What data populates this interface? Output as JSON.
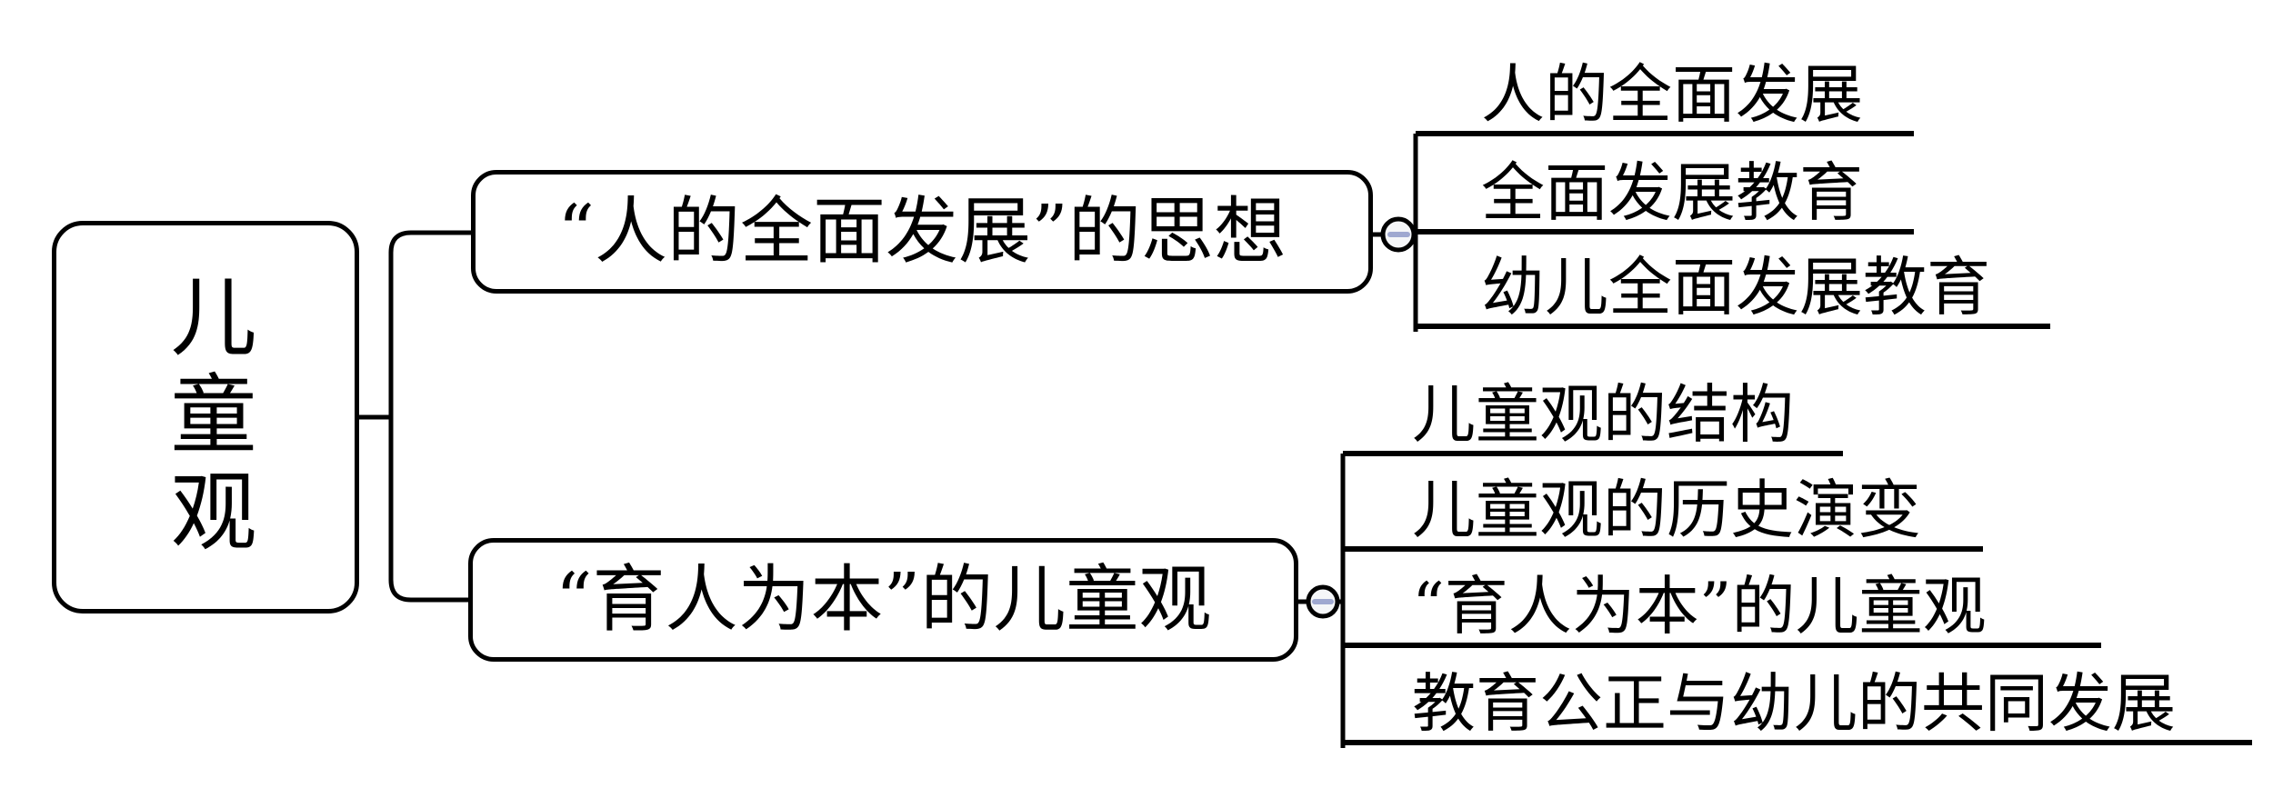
{
  "root": {
    "label": "儿童观"
  },
  "branches": [
    {
      "label": "“人的全面发展”的思想",
      "collapse_icon": "minus-circle-icon",
      "children": [
        {
          "label": "人的全面发展"
        },
        {
          "label": "全面发展教育"
        },
        {
          "label": "幼儿全面发展教育"
        }
      ]
    },
    {
      "label": "“育人为本”的儿童观",
      "collapse_icon": "minus-circle-icon",
      "children": [
        {
          "label": "儿童观的结构"
        },
        {
          "label": "儿童观的历史演变"
        },
        {
          "label": "“育人为本”的儿童观"
        },
        {
          "label": "教育公正与幼儿的共同发展"
        }
      ]
    }
  ],
  "colors": {
    "background": "#ffffff",
    "line": "#000000",
    "collapse_fill": "#f5f6f8",
    "collapse_minus": "#9fa8d0"
  }
}
